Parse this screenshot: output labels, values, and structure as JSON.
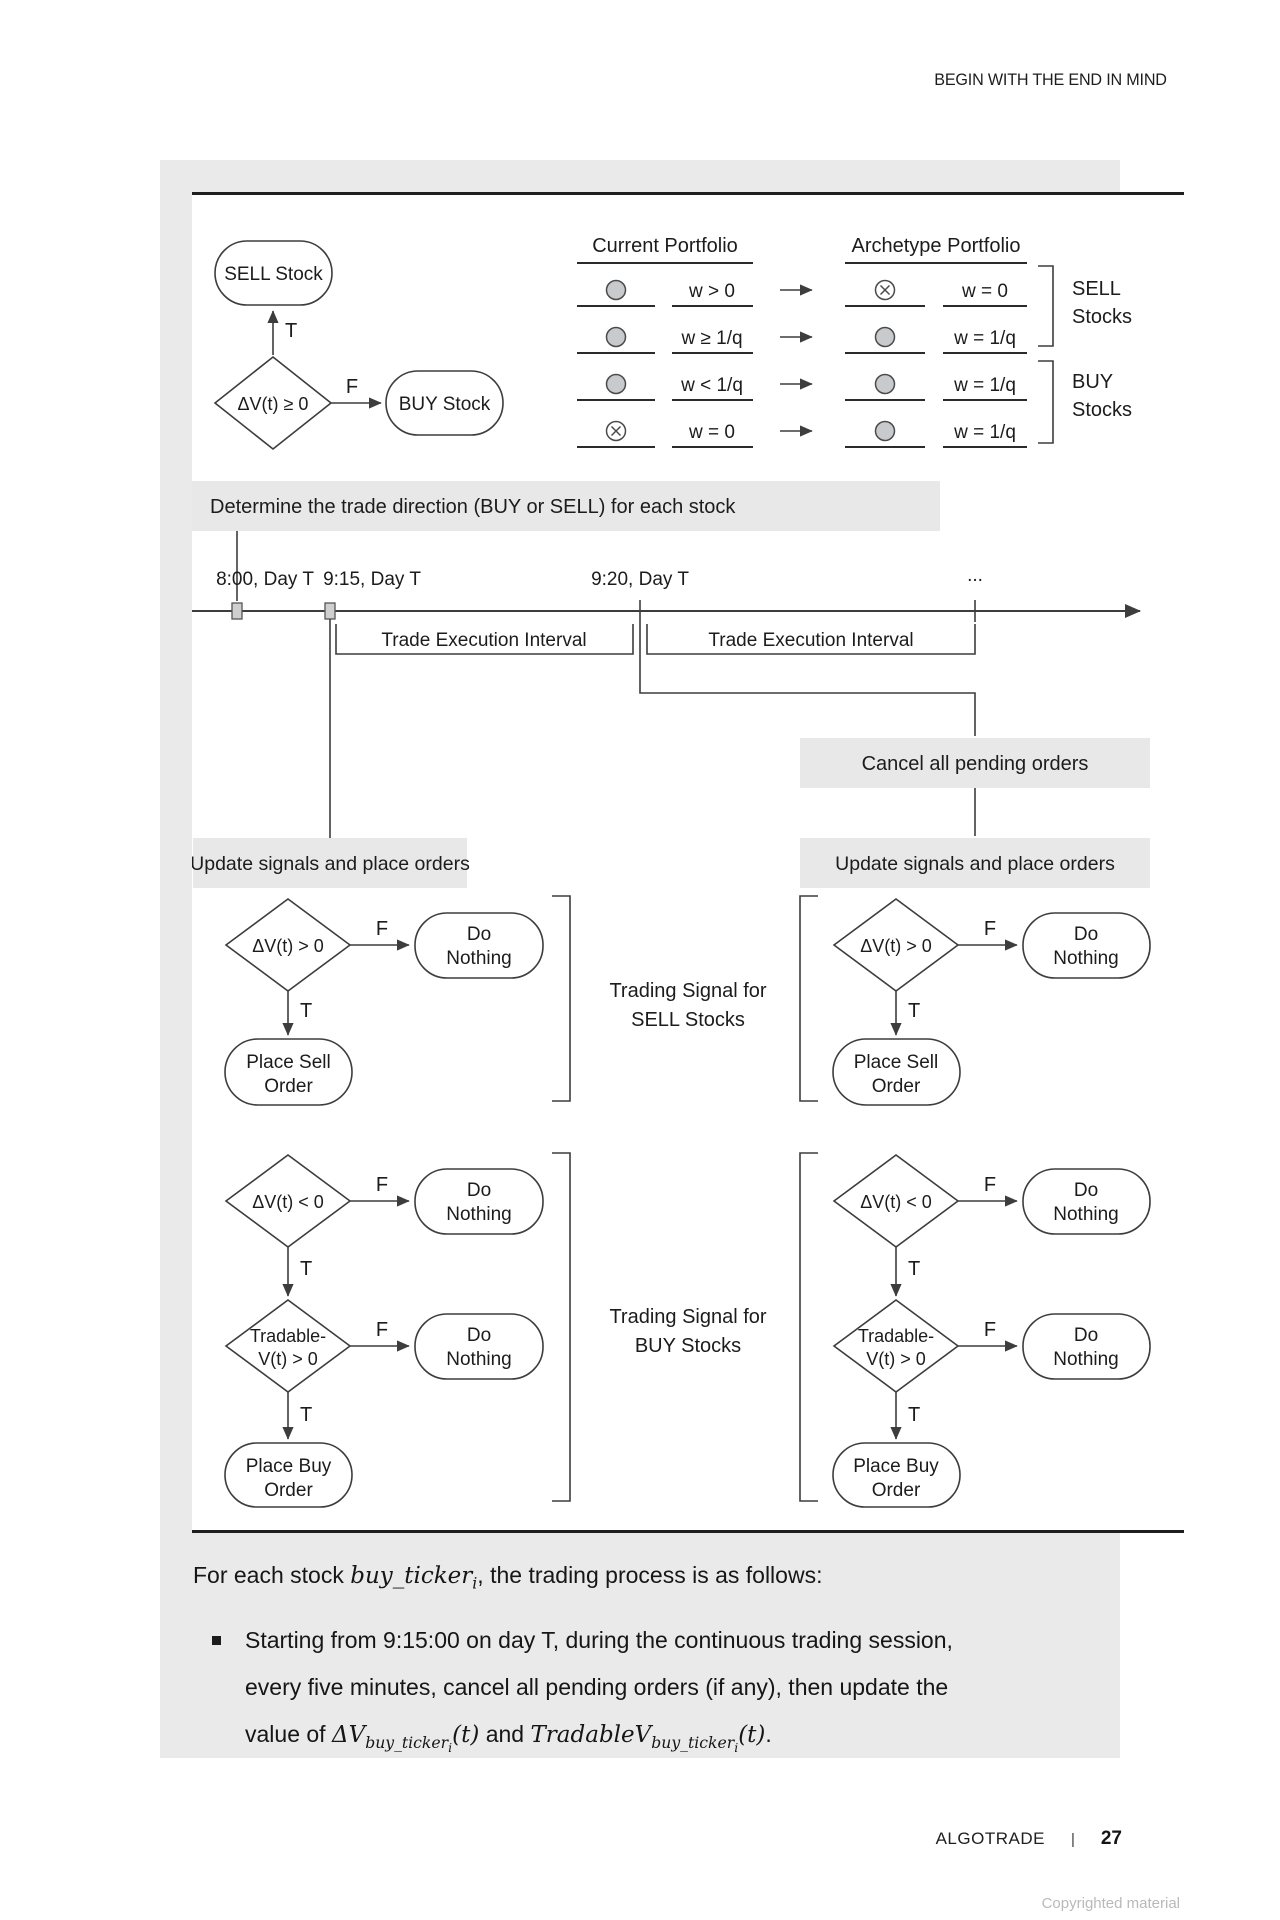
{
  "page": {
    "header_title": "BEGIN WITH THE END IN MIND"
  },
  "figure": {
    "flow_top": {
      "sell": "SELL Stock",
      "buy": "BUY Stock",
      "cond": "ΔV(t) ≥ 0",
      "t": "T",
      "f": "F"
    },
    "portfolio": {
      "current_header": "Current Portfolio",
      "archetype_header": "Archetype Portfolio",
      "rows": [
        {
          "cur": "w > 0",
          "arch": "w = 0"
        },
        {
          "cur": "w ≥ 1/q",
          "arch": "w = 1/q"
        },
        {
          "cur": "w < 1/q",
          "arch": "w = 1/q"
        },
        {
          "cur": "w = 0",
          "arch": "w = 1/q"
        }
      ],
      "sell_group_l1": "SELL",
      "sell_group_l2": "Stocks",
      "buy_group_l1": "BUY",
      "buy_group_l2": "Stocks"
    },
    "determine_label": "Determine the trade direction (BUY or SELL) for each stock",
    "timeline": {
      "t1": "8:00, Day T",
      "t2": "9:15, Day T",
      "t3": "9:20, Day T",
      "t4": "...",
      "interval1": "Trade Execution Interval",
      "interval2": "Trade Execution Interval"
    },
    "cancel_label": "Cancel all pending orders",
    "update_left_label": "Update signals and place orders",
    "update_right_label": "Update signals and place orders",
    "signal_sell_l1": "Trading Signal for",
    "signal_sell_l2": "SELL Stocks",
    "signal_buy_l1": "Trading Signal for",
    "signal_buy_l2": "BUY Stocks",
    "flow": {
      "dv_gt": "ΔV(t) > 0",
      "dv_lt": "ΔV(t) < 0",
      "tradable_l1": "Tradable-",
      "tradable_l2": "V(t) > 0",
      "do_l1": "Do",
      "do_l2": "Nothing",
      "place_sell_l1": "Place Sell",
      "place_sell_l2": "Order",
      "place_buy_l1": "Place Buy",
      "place_buy_l2": "Order",
      "t": "T",
      "f": "F"
    }
  },
  "body": {
    "intro_pre": "For each stock ",
    "intro_math": "buy_ticker",
    "intro_sub": "i",
    "intro_post": ", the trading process is as follows:",
    "bullet_l1": "Starting from 9:15:00 on day T, during the continuous trading session,",
    "bullet_l2": "every five minutes, cancel all pending orders (if any), then update the",
    "bullet_l3_pre": "value of ",
    "l3_m1": "ΔV",
    "l3_sub1": "buy_ticker",
    "l3_i1": "i",
    "l3_t1": "(t)",
    "l3_and": " and ",
    "l3_m2": "TradableV",
    "l3_sub2": "buy_ticker",
    "l3_i2": "i",
    "l3_t2": "(t)",
    "l3_end": "."
  },
  "footer": {
    "brand": "ALGOTRADE",
    "separator": "|",
    "page_number": "27",
    "copyright": "Copyrighted material"
  },
  "colors": {
    "block_gray": "#eaeaea",
    "box_gray": "#e8e8e8",
    "line": "#3d3d3d",
    "circle_fill": "#c8cacc"
  }
}
